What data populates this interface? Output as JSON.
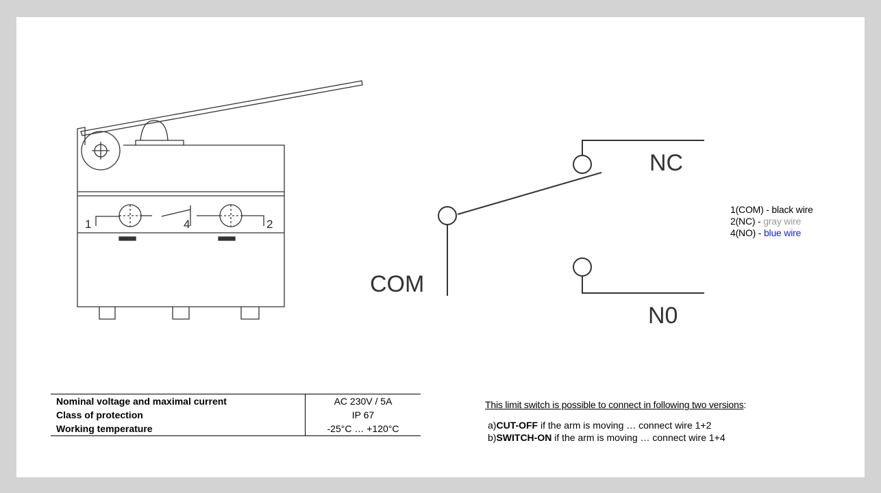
{
  "diagram": {
    "left_terminals": [
      "1",
      "4",
      "2"
    ],
    "schematic_labels": {
      "nc": "NC",
      "com": "COM",
      "no": "N0"
    }
  },
  "legend": [
    {
      "label": "1(COM) - ",
      "wire": "black wire",
      "color": "#000000"
    },
    {
      "label": "2(NC) - ",
      "wire": "gray wire",
      "color": "#9a9a9a"
    },
    {
      "label": "4(NO) - ",
      "wire": "blue wire",
      "color": "#1a1aff"
    }
  ],
  "specs": [
    {
      "label": "Nominal voltage and maximal current",
      "value": "AC 230V / 5A"
    },
    {
      "label": "Class of protection",
      "value": "IP 67"
    },
    {
      "label": "Working temperature",
      "value": "-25°C … +120°C"
    }
  ],
  "connection": {
    "title": "This limit switch is possible to connect in following two versions",
    "title_suffix": ":",
    "items": [
      {
        "prefix": "a)",
        "bold": "CUT-OFF",
        "text": " if the arm is moving … connect wire 1+2"
      },
      {
        "prefix": "b)",
        "bold": "SWITCH-ON",
        "text": " if the arm is moving … connect wire 1+4"
      }
    ]
  }
}
